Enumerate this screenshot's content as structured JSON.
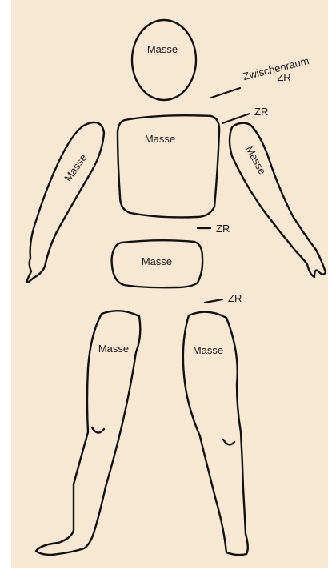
{
  "colors": {
    "background": "#F8E8D3",
    "stroke": "#111111"
  },
  "labels": {
    "head": "Masse",
    "torso": "Masse",
    "left_arm": "Masse",
    "right_arm": "Masse",
    "pelvis": "Masse",
    "left_leg": "Masse",
    "right_leg": "Masse",
    "neck_space_line1": "Zwischenraum",
    "neck_space_line2": "ZR",
    "shoulder_space": "ZR",
    "waist_space": "ZR",
    "hip_space": "ZR"
  }
}
